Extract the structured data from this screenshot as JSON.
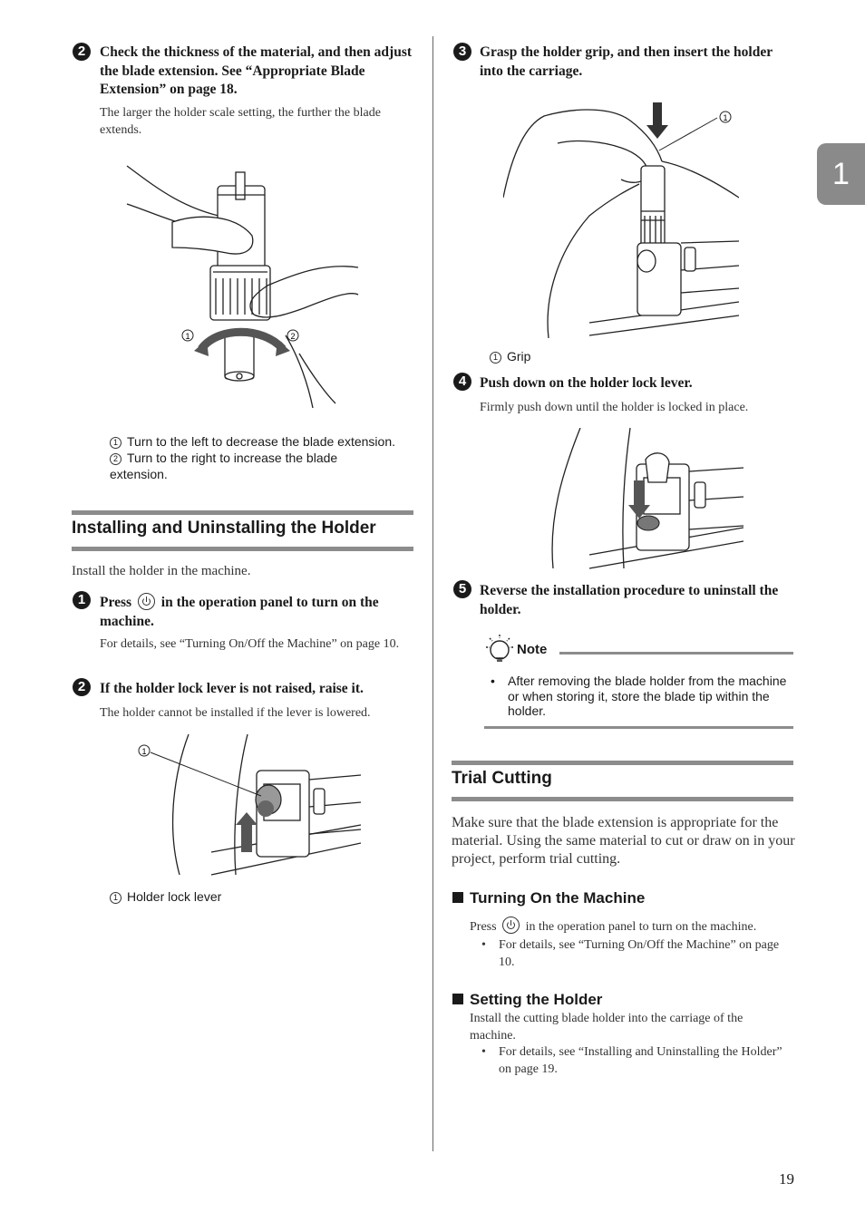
{
  "chapter_tab": "1",
  "page_number": "19",
  "left": {
    "step2a": {
      "num": "2",
      "heading": "Check the thickness of the material, and then adjust the blade extension. See “Appropriate Blade Extension” on page 18.",
      "body": "The larger the holder scale setting, the further the blade extends.",
      "fig_callout_1": "1",
      "fig_callout_2": "2",
      "caption_1_num": "1",
      "caption_1": "Turn to the left to decrease the blade extension.",
      "caption_2_num": "2",
      "caption_2": "Turn to the right to increase the blade extension."
    },
    "section": {
      "title": "Installing and Uninstalling the Holder",
      "intro": "Install the holder in the machine."
    },
    "step1": {
      "num": "1",
      "heading_pre": "Press",
      "heading_post": "in the operation panel to turn on the machine.",
      "body": "For details, see “Turning On/Off the Machine” on page 10."
    },
    "step2b": {
      "num": "2",
      "heading": "If the holder lock lever is not raised, raise it.",
      "body": "The holder cannot be installed if the lever is lowered.",
      "fig_callout_1": "1",
      "caption_1_num": "1",
      "caption_1": "Holder lock lever"
    }
  },
  "right": {
    "step3": {
      "num": "3",
      "heading": "Grasp the holder grip, and then insert the holder into the carriage.",
      "fig_callout_1": "1",
      "caption_1_num": "1",
      "caption_1": "Grip"
    },
    "step4": {
      "num": "4",
      "heading": "Push down on the holder lock lever.",
      "body": "Firmly push down until the holder is locked in place."
    },
    "step5": {
      "num": "5",
      "heading": "Reverse the installation procedure to uninstall the holder."
    },
    "note": {
      "label": "Note",
      "bullet": "After removing the blade holder from the machine or when storing it, store the blade tip within the holder."
    },
    "trial": {
      "title": "Trial Cutting",
      "intro": "Make sure that the blade extension is appropriate for the material. Using the same material to cut or draw on in your project, perform trial cutting.",
      "sub1_title": "Turning On the Machine",
      "sub1_pre": "Press",
      "sub1_post": "in the operation panel to turn on the machine.",
      "sub1_bullet": "For details, see “Turning On/Off the Machine” on page 10.",
      "sub2_title": "Setting the Holder",
      "sub2_body": "Install the cutting blade holder into the carriage of the machine.",
      "sub2_bullet": "For details, see “Installing and Uninstalling the Holder” on page 19."
    }
  }
}
